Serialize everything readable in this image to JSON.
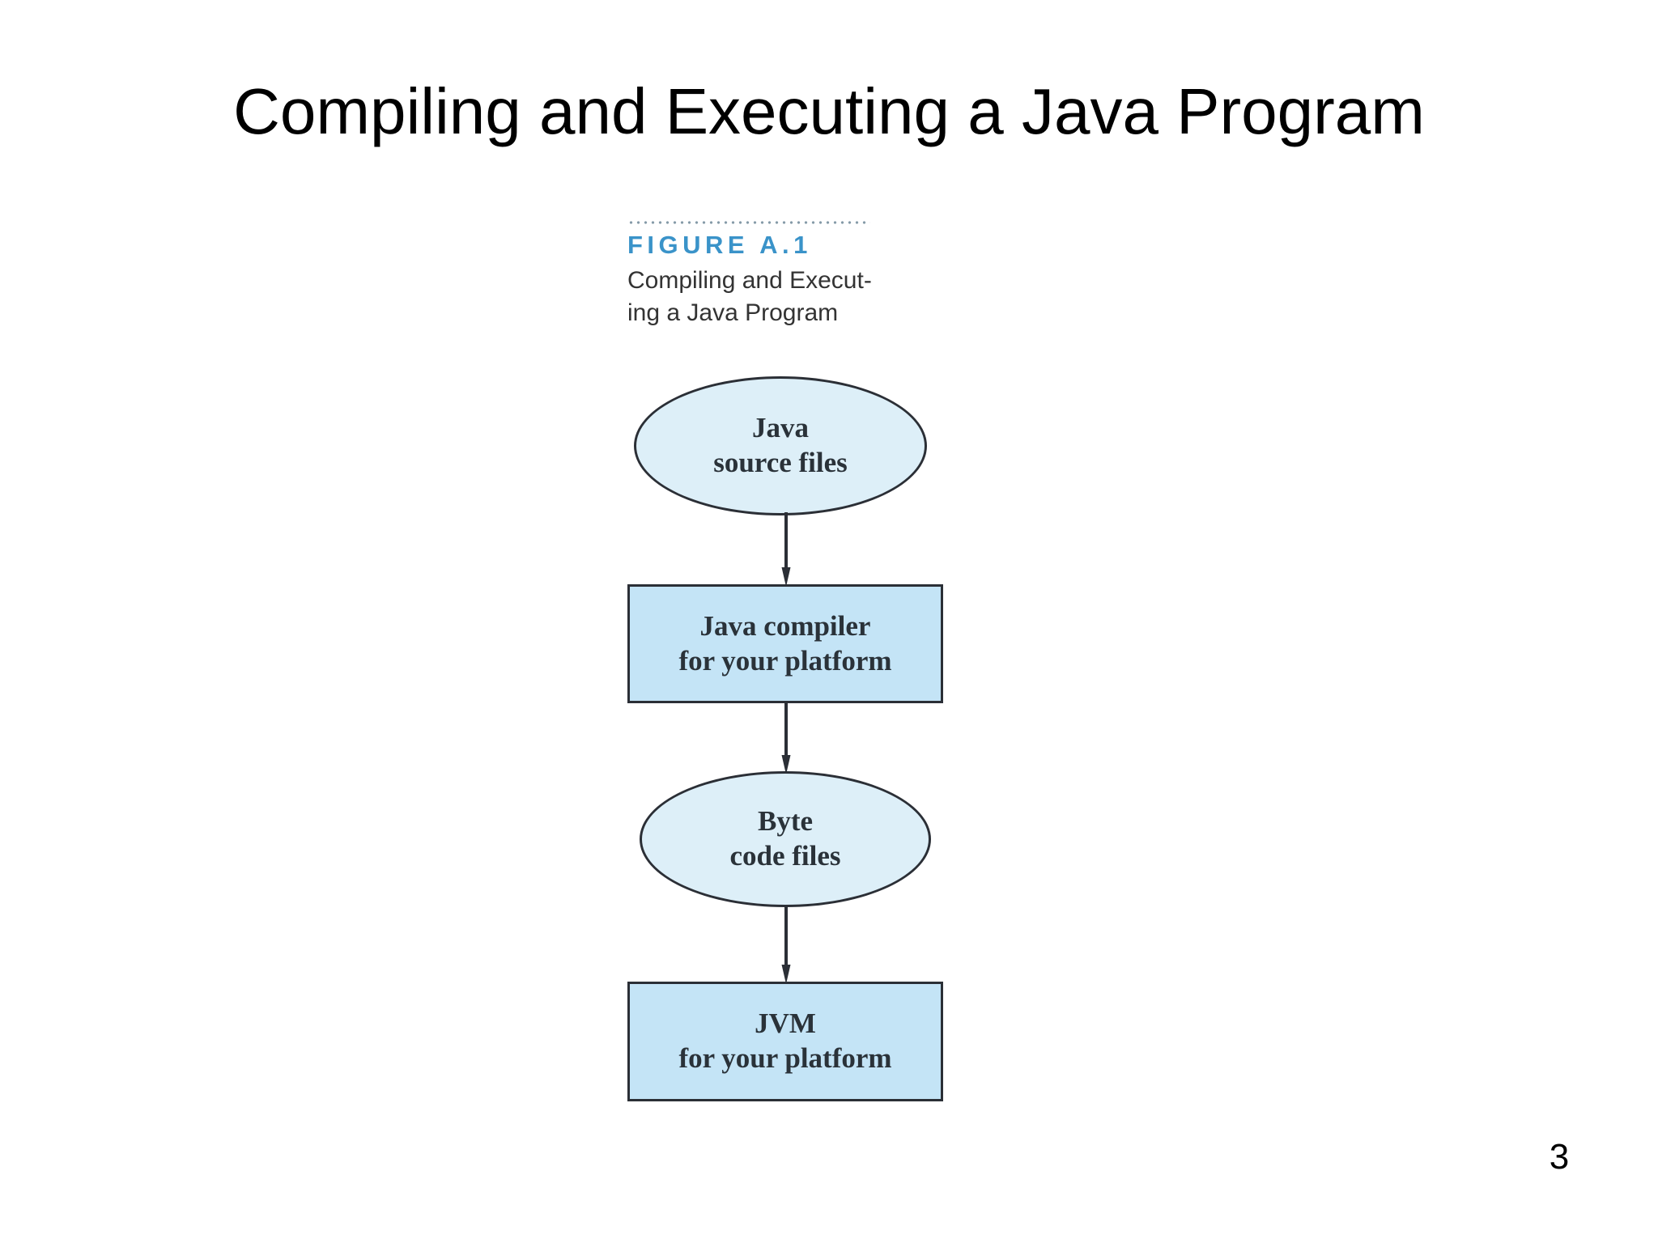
{
  "slide": {
    "title": "Compiling and Executing a Java Program",
    "page_number": "3",
    "background_color": "#ffffff"
  },
  "figure": {
    "label": "FIGURE A.1",
    "label_color": "#3a93c9",
    "caption": "Compiling and Execut-\ning a Java Program",
    "caption_color": "#333333",
    "rule_style": "dotted"
  },
  "chart_data": {
    "type": "diagram",
    "title": "Compiling and Executing a Java Program",
    "orientation": "vertical-flow",
    "node_fill_ellipse": "#ddeff8",
    "node_fill_rect": "#c4e4f6",
    "node_stroke": "#2b2f36",
    "nodes": [
      {
        "id": "source-files",
        "shape": "ellipse",
        "label": "Java\nsource files"
      },
      {
        "id": "java-compiler",
        "shape": "rect",
        "label": "Java compiler\nfor your platform"
      },
      {
        "id": "byte-code",
        "shape": "ellipse",
        "label": "Byte\ncode files"
      },
      {
        "id": "jvm",
        "shape": "rect",
        "label": "JVM\nfor your platform"
      }
    ],
    "edges": [
      {
        "from": "source-files",
        "to": "java-compiler",
        "style": "arrow-down"
      },
      {
        "from": "java-compiler",
        "to": "byte-code",
        "style": "arrow-down"
      },
      {
        "from": "byte-code",
        "to": "jvm",
        "style": "arrow-down"
      }
    ]
  }
}
